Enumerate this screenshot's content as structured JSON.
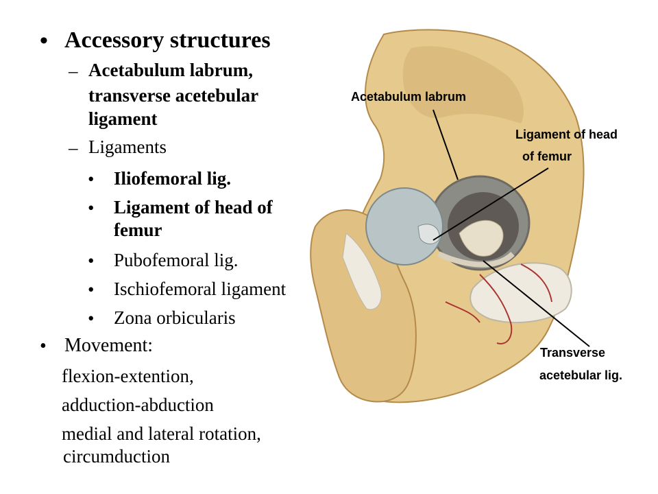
{
  "bullets": {
    "marker_dot": "•",
    "marker_dash": "–",
    "accessory": "Accessory structures",
    "acetab_1": "Acetabulum labrum,",
    "acetab_2": "transverse acetebular",
    "acetab_3": "ligament",
    "ligaments": "Ligaments",
    "iliofemoral": "Iliofemoral lig.",
    "head_1": "Ligament of head of",
    "head_2": "femur",
    "pubofemoral": "Pubofemoral lig.",
    "ischiofemoral": "Ischiofemoral ligament",
    "zona": "Zona orbicularis",
    "movement": "Movement:",
    "m1": "flexion-extention,",
    "m2": "adduction-abduction",
    "m3a": "medial and lateral rotation,",
    "m3b": "circumduction"
  },
  "labels": {
    "labrum": "Acetabulum labrum",
    "lig_head_1": "Ligament of head",
    "lig_head_2": "of femur",
    "transverse_1": "Transverse",
    "transverse_2": "acetebular lig."
  },
  "colors": {
    "bone": "#e6c98d",
    "bone_shadow": "#c9a566",
    "cartilage": "#b9c4c6",
    "ligament": "#eeeae0",
    "vessel": "#a8352e"
  }
}
